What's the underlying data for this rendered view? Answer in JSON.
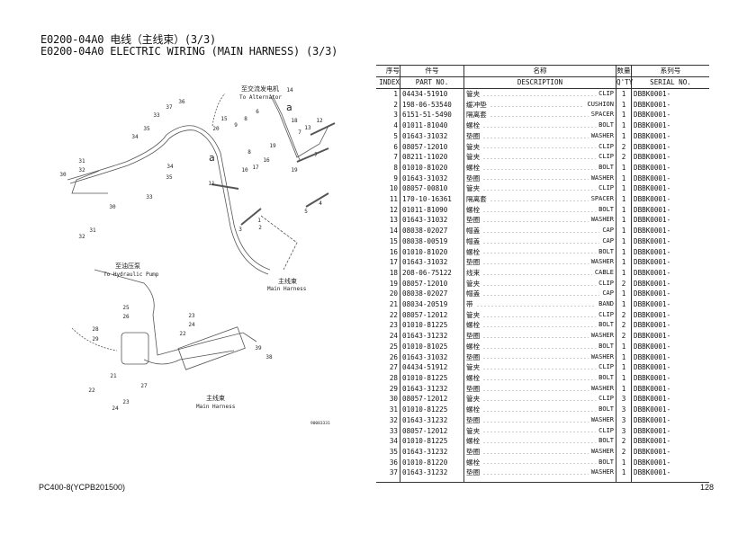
{
  "title": {
    "line1": "E0200-04A0 电线（主线束）(3/3)",
    "line2": "E0200-04A0 ELECTRIC WIRING (MAIN HARNESS) (3/3)"
  },
  "diagram": {
    "to_alternator_cn": "至交流发电机",
    "to_alternator_en": "To Alternator",
    "to_pump_cn": "至油压泵",
    "to_pump_en": "To Hydraulic Pump",
    "main_harness_cn": "主线束",
    "main_harness_en": "Main Harness",
    "view_mark": "a",
    "drawing_no": "90083331",
    "callouts": [
      "14",
      "6",
      "18",
      "12",
      "13",
      "7",
      "7",
      "19",
      "19",
      "16",
      "17",
      "10",
      "8",
      "9",
      "15",
      "20",
      "8",
      "11",
      "3",
      "1",
      "2",
      "4",
      "5",
      "36",
      "37",
      "33",
      "35",
      "34",
      "31",
      "32",
      "30",
      "30",
      "31",
      "32",
      "34",
      "35",
      "33",
      "25",
      "26",
      "28",
      "29",
      "21",
      "22",
      "24",
      "23",
      "27",
      "23",
      "24",
      "22",
      "39",
      "38"
    ]
  },
  "table": {
    "headers": {
      "index_cn": "序号",
      "index_en": "INDEX",
      "part_cn": "件号",
      "part_en": "PART NO.",
      "desc_cn": "名称",
      "desc_en": "DESCRIPTION",
      "qty_cn": "数量",
      "qty_en": "Q'TY",
      "serial_cn": "系列号",
      "serial_en": "SERIAL NO."
    },
    "rows": [
      [
        "1",
        "04434-51910",
        "管夹",
        "CLIP",
        "1",
        "DBBK0001-"
      ],
      [
        "2",
        "198-06-53540",
        "缓冲垫",
        "CUSHION",
        "1",
        "DBBK0001-"
      ],
      [
        "3",
        "6151-51-5490",
        "隔离套",
        "SPACER",
        "1",
        "DBBK0001-"
      ],
      [
        "4",
        "01011-81040",
        "螺栓",
        "BOLT",
        "1",
        "DBBK0001-"
      ],
      [
        "5",
        "01643-31032",
        "垫圈",
        "WASHER",
        "1",
        "DBBK0001-"
      ],
      [
        "6",
        "08057-12010",
        "管夹",
        "CLIP",
        "2",
        "DBBK0001-"
      ],
      [
        "7",
        "08211-11020",
        "管夹",
        "CLIP",
        "2",
        "DBBK0001-"
      ],
      [
        "8",
        "01010-81020",
        "螺栓",
        "BOLT",
        "1",
        "DBBK0001-"
      ],
      [
        "9",
        "01643-31032",
        "垫圈",
        "WASHER",
        "1",
        "DBBK0001-"
      ],
      [
        "10",
        "08057-00810",
        "管夹",
        "CLIP",
        "1",
        "DBBK0001-"
      ],
      [
        "11",
        "170-10-16361",
        "隔离套",
        "SPACER",
        "1",
        "DBBK0001-"
      ],
      [
        "12",
        "01011-81090",
        "螺栓",
        "BOLT",
        "1",
        "DBBK0001-"
      ],
      [
        "13",
        "01643-31032",
        "垫圈",
        "WASHER",
        "1",
        "DBBK0001-"
      ],
      [
        "14",
        "08038-02027",
        "帽盖",
        "CAP",
        "1",
        "DBBK0001-"
      ],
      [
        "15",
        "08038-00519",
        "帽盖",
        "CAP",
        "1",
        "DBBK0001-"
      ],
      [
        "16",
        "01010-81020",
        "螺栓",
        "BOLT",
        "1",
        "DBBK0001-"
      ],
      [
        "17",
        "01643-31032",
        "垫圈",
        "WASHER",
        "1",
        "DBBK0001-"
      ],
      [
        "18",
        "208-06-75122",
        "线束",
        "CABLE",
        "1",
        "DBBK0001-"
      ],
      [
        "19",
        "08057-12010",
        "管夹",
        "CLIP",
        "2",
        "DBBK0001-"
      ],
      [
        "20",
        "08038-02027",
        "帽盖",
        "CAP",
        "1",
        "DBBK0001-"
      ],
      [
        "21",
        "08034-20519",
        "带",
        "BAND",
        "1",
        "DBBK0001-"
      ],
      [
        "22",
        "08057-12012",
        "管夹",
        "CLIP",
        "2",
        "DBBK0001-"
      ],
      [
        "23",
        "01010-81225",
        "螺栓",
        "BOLT",
        "2",
        "DBBK0001-"
      ],
      [
        "24",
        "01643-31232",
        "垫圈",
        "WASHER",
        "2",
        "DBBK0001-"
      ],
      [
        "25",
        "01010-81025",
        "螺栓",
        "BOLT",
        "1",
        "DBBK0001-"
      ],
      [
        "26",
        "01643-31032",
        "垫圈",
        "WASHER",
        "1",
        "DBBK0001-"
      ],
      [
        "27",
        "04434-51912",
        "管夹",
        "CLIP",
        "1",
        "DBBK0001-"
      ],
      [
        "28",
        "01010-81225",
        "螺栓",
        "BOLT",
        "1",
        "DBBK0001-"
      ],
      [
        "29",
        "01643-31232",
        "垫圈",
        "WASHER",
        "1",
        "DBBK0001-"
      ],
      [
        "30",
        "08057-12012",
        "管夹",
        "CLIP",
        "3",
        "DBBK0001-"
      ],
      [
        "31",
        "01010-81225",
        "螺栓",
        "BOLT",
        "3",
        "DBBK0001-"
      ],
      [
        "32",
        "01643-31232",
        "垫圈",
        "WASHER",
        "3",
        "DBBK0001-"
      ],
      [
        "33",
        "08057-12012",
        "管夹",
        "CLIP",
        "3",
        "DBBK0001-"
      ],
      [
        "34",
        "01010-81225",
        "螺栓",
        "BOLT",
        "2",
        "DBBK0001-"
      ],
      [
        "35",
        "01643-31232",
        "垫圈",
        "WASHER",
        "2",
        "DBBK0001-"
      ],
      [
        "36",
        "01010-81220",
        "螺栓",
        "BOLT",
        "1",
        "DBBK0001-"
      ],
      [
        "37",
        "01643-31232",
        "垫圈",
        "WASHER",
        "1",
        "DBBK0001-"
      ]
    ]
  },
  "footer": {
    "model": "PC400-8(YCPB201500)",
    "page": "128"
  }
}
